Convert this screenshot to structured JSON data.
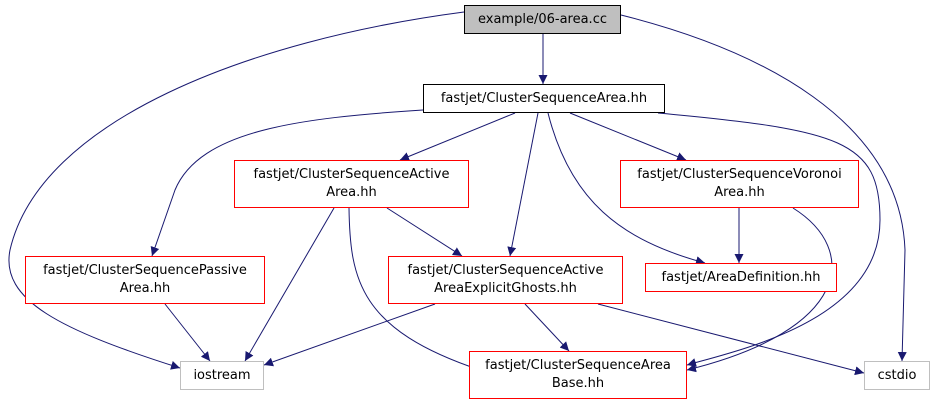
{
  "colors": {
    "edge": "#191970",
    "root_fill": "#bfbfbf",
    "red_border": "#ff0000",
    "grey_border": "#bfbfbf",
    "black_border": "#000000"
  },
  "nodes": {
    "root": {
      "lines": [
        "example/06-area.cc"
      ],
      "style": "root"
    },
    "csa": {
      "lines": [
        "fastjet/ClusterSequenceArea.hh"
      ],
      "style": "main"
    },
    "active": {
      "lines": [
        "fastjet/ClusterSequenceActive",
        "Area.hh"
      ],
      "style": "red"
    },
    "voronoi": {
      "lines": [
        "fastjet/ClusterSequenceVoronoi",
        "Area.hh"
      ],
      "style": "red"
    },
    "passive": {
      "lines": [
        "fastjet/ClusterSequencePassive",
        "Area.hh"
      ],
      "style": "red"
    },
    "ghosts": {
      "lines": [
        "fastjet/ClusterSequenceActive",
        "AreaExplicitGhosts.hh"
      ],
      "style": "red"
    },
    "areadef": {
      "lines": [
        "fastjet/AreaDefinition.hh"
      ],
      "style": "red"
    },
    "iostream": {
      "lines": [
        "iostream"
      ],
      "style": "sys"
    },
    "base": {
      "lines": [
        "fastjet/ClusterSequenceArea",
        "Base.hh"
      ],
      "style": "red"
    },
    "cstdio": {
      "lines": [
        "cstdio"
      ],
      "style": "sys"
    }
  },
  "edges": [
    [
      "root",
      "csa"
    ],
    [
      "root",
      "iostream"
    ],
    [
      "root",
      "cstdio"
    ],
    [
      "csa",
      "active"
    ],
    [
      "csa",
      "voronoi"
    ],
    [
      "csa",
      "passive"
    ],
    [
      "csa",
      "ghosts"
    ],
    [
      "csa",
      "areadef"
    ],
    [
      "csa",
      "base"
    ],
    [
      "active",
      "ghosts"
    ],
    [
      "active",
      "iostream"
    ],
    [
      "active",
      "base"
    ],
    [
      "voronoi",
      "areadef"
    ],
    [
      "voronoi",
      "base"
    ],
    [
      "passive",
      "iostream"
    ],
    [
      "ghosts",
      "iostream"
    ],
    [
      "ghosts",
      "base"
    ],
    [
      "ghosts",
      "cstdio"
    ]
  ]
}
